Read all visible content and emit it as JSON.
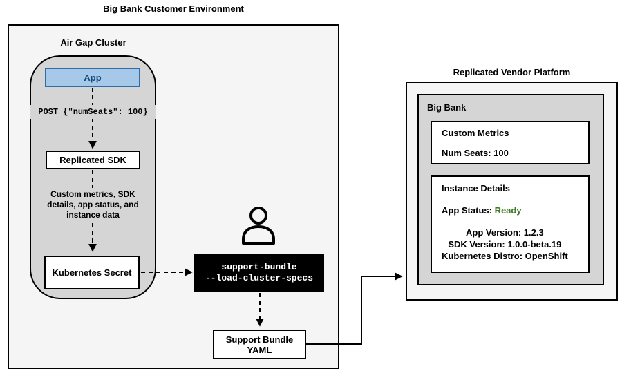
{
  "colors": {
    "canvas_bg": "#ffffff",
    "panel_bg": "#f5f5f5",
    "cluster_bg": "#d5d5d5",
    "node_bg": "#ffffff",
    "border": "#000000",
    "app_fill": "#a6c9e9",
    "app_border": "#2d6da8",
    "app_text": "#16497c",
    "command_bg": "#000000",
    "command_text": "#ffffff",
    "status_ready": "#3c7d21"
  },
  "icons": {
    "person": "person-icon",
    "arrows": "dashed-arrow"
  },
  "environment": {
    "title": "Big Bank Customer Environment",
    "cluster": {
      "label": "Air Gap Cluster",
      "app": "App",
      "post_request": "POST {\"numSeats\": 100}",
      "sdk": "Replicated SDK",
      "flow_lines": [
        "Custom metrics, SDK",
        "details, app status, and",
        "instance data"
      ],
      "secret": "Kubernetes Secret"
    },
    "command_lines": [
      "support-bundle",
      "--load-cluster-specs"
    ],
    "support_bundle_lines": [
      "Support Bundle",
      "YAML"
    ]
  },
  "vendor": {
    "title": "Replicated Vendor Platform",
    "customer": {
      "title": "Big Bank",
      "custom_metrics": {
        "title": "Custom Metrics",
        "num_seats": "Num Seats: 100"
      },
      "instance_details": {
        "title": "Instance Details",
        "app_status_label": "App Status: ",
        "app_status_value": "Ready",
        "app_version": "App Version: 1.2.3",
        "sdk_version": "SDK Version: 1.0.0-beta.19",
        "kubernetes_distro": "Kubernetes Distro: OpenShift"
      }
    }
  }
}
